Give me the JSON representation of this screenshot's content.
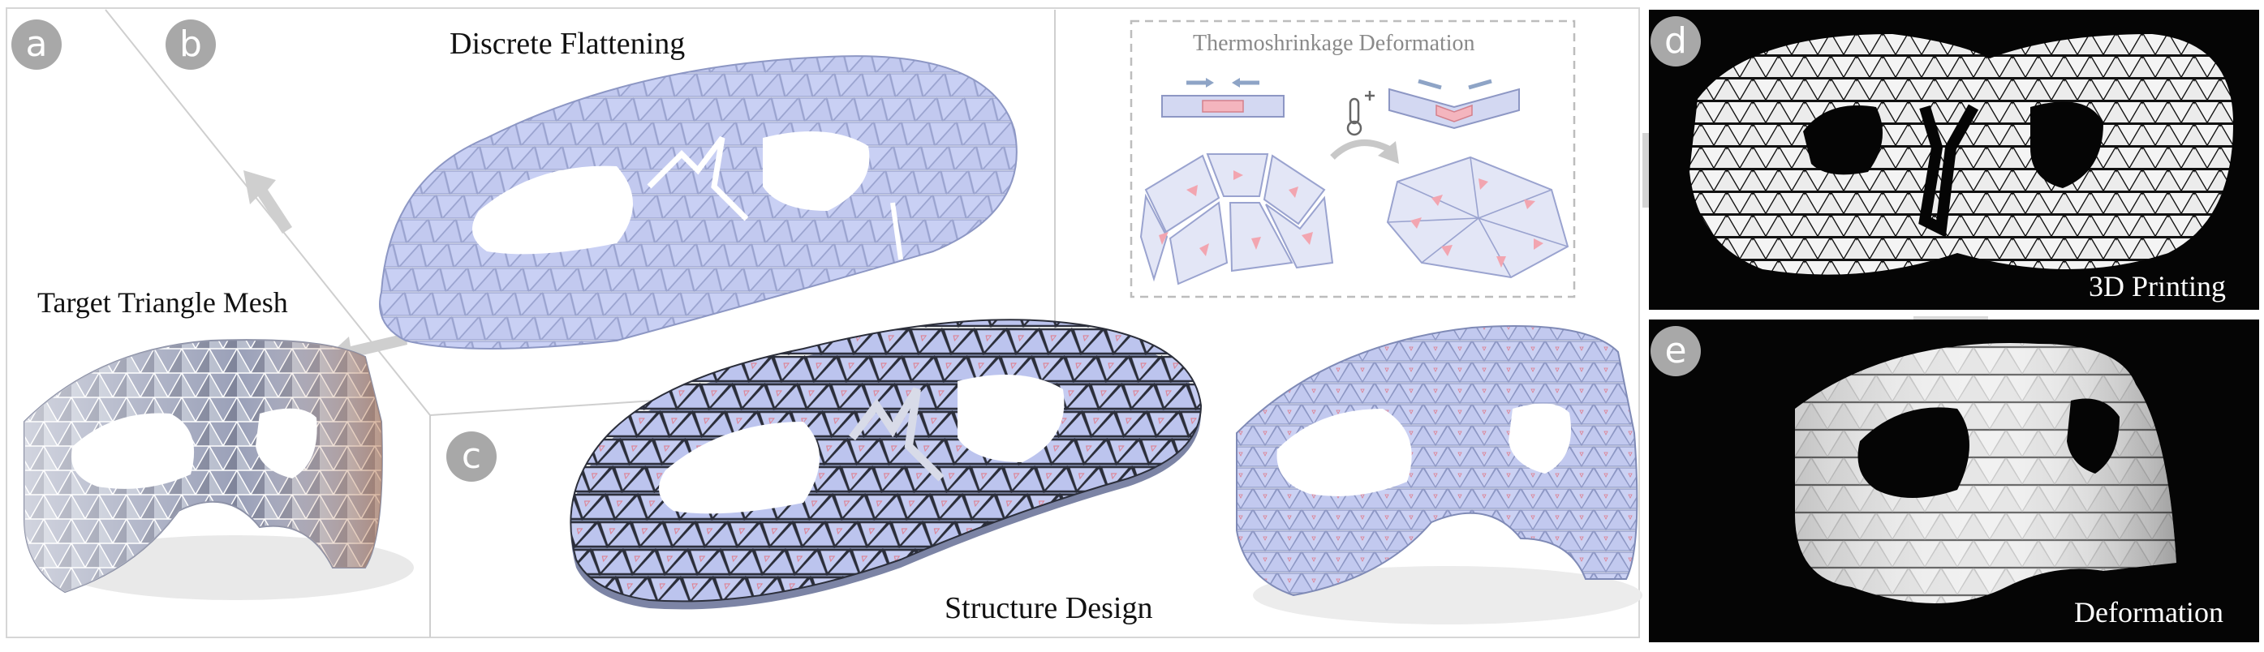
{
  "panels": {
    "a": {
      "badge": "a",
      "caption": "Target Triangle Mesh"
    },
    "b": {
      "badge": "b",
      "caption": "Discrete Flattening"
    },
    "c": {
      "badge": "c",
      "caption": "Structure Design"
    },
    "inset": {
      "caption": "Thermoshrinkage Deformation",
      "heat_symbol": "🌡+"
    },
    "d": {
      "badge": "d",
      "caption": "3D Printing"
    },
    "e": {
      "badge": "e",
      "caption": "Deformation"
    }
  },
  "colors": {
    "mesh_fill": "#c9d0f4",
    "mesh_stroke": "#7f8ab6",
    "pink_marker": "#f2a5b0",
    "badge": "#a8a8a8",
    "print_fill": "#f4f4f4"
  }
}
